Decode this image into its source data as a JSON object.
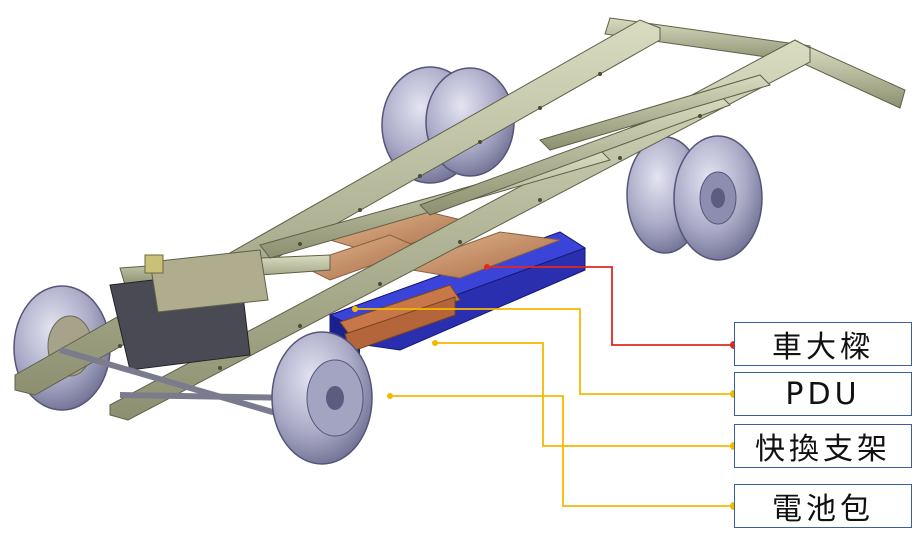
{
  "diagram": {
    "labels": [
      {
        "id": "frame",
        "text": "車大樑",
        "color": "#e0281e"
      },
      {
        "id": "pdu",
        "text": "PDU",
        "color": "#f5b800"
      },
      {
        "id": "swap",
        "text": "快換支架",
        "color": "#f5b800"
      },
      {
        "id": "battery",
        "text": "電池包",
        "color": "#f5b800"
      }
    ]
  }
}
